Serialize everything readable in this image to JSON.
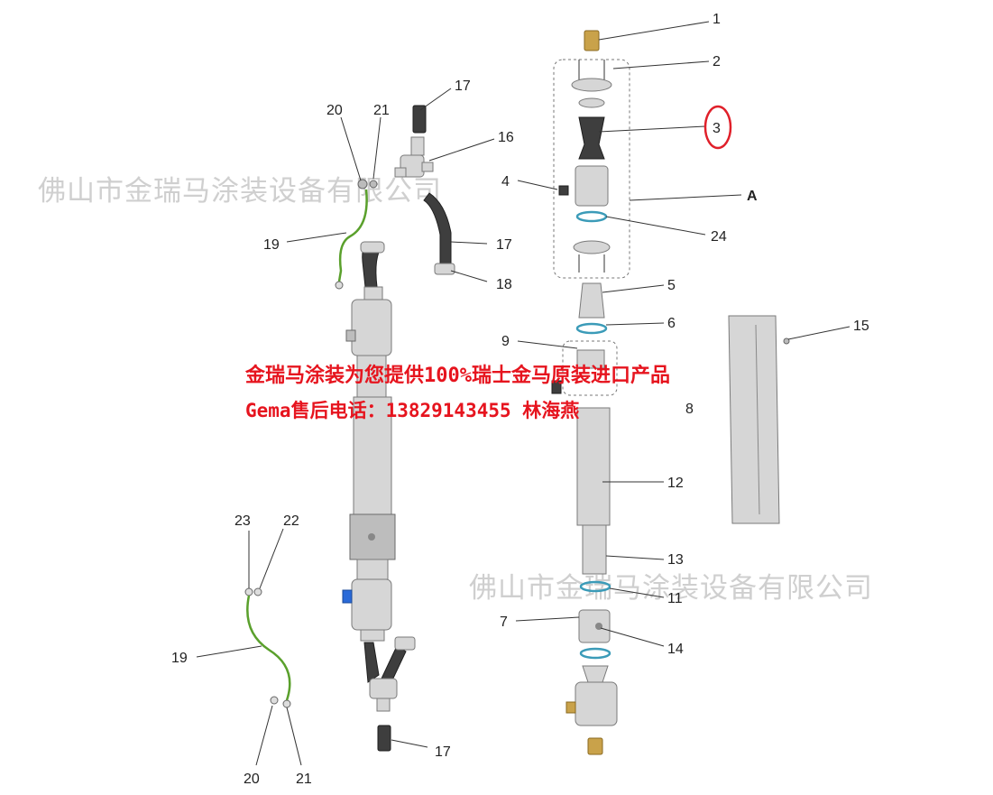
{
  "callouts": {
    "c1": "1",
    "c2": "2",
    "c3": "3",
    "c4": "4",
    "cA": "A",
    "c24": "24",
    "c5": "5",
    "c6": "6",
    "c9": "9",
    "c8": "8",
    "c12": "12",
    "c13": "13",
    "c11": "11",
    "c7": "7",
    "c14": "14",
    "c15": "15",
    "c17a": "17",
    "c16": "16",
    "c20a": "20",
    "c21a": "21",
    "c19a": "19",
    "c17b": "17",
    "c18": "18",
    "c23": "23",
    "c22": "22",
    "c19b": "19",
    "c20b": "20",
    "c21b": "21",
    "c17c": "17"
  },
  "watermark": "佛山市金瑞马涂装设备有限公司",
  "promo": {
    "line1": "金瑞马涂装为您提供100%瑞士金马原装进口产品",
    "line2": "Gema售后电话：13829143455 林海燕"
  },
  "colors": {
    "promo_red": "#e6141e",
    "highlight_circle": "#e0202a",
    "ground_wire": "#5aa02c",
    "seal_ring": "#3b9bb8"
  }
}
